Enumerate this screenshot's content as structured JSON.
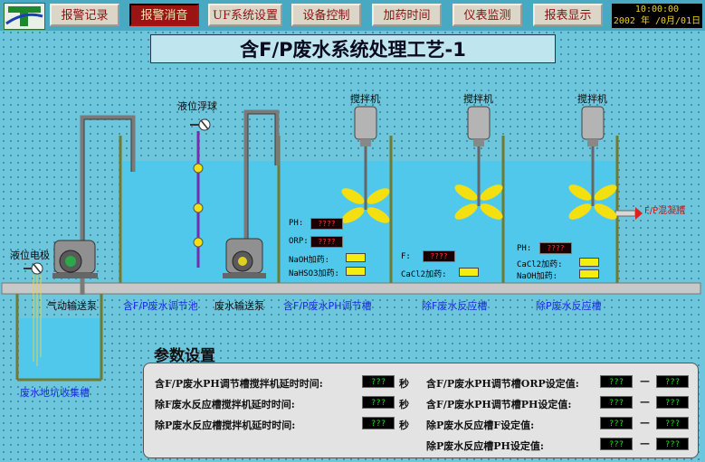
{
  "toolbar": {
    "buttons": [
      "报警记录",
      "报警消音",
      "UF系统设置",
      "设备控制",
      "加药时间",
      "仪表监测",
      "报表显示"
    ],
    "active_index": 1,
    "clock_time": "10:00:00",
    "clock_date": "2002 年 /0月/01日"
  },
  "title": "含F/P废水系统处理工艺-1",
  "labels": {
    "level_float": "液位浮球",
    "mixer": "搅拌机",
    "level_electrode": "液位电极",
    "to_tank": "F/P混凝槽"
  },
  "bottom_labels": {
    "pneumatic_pump": "气动输送泵",
    "adjust_pool": "含F/P废水调节池",
    "transfer_pump": "废水输送泵",
    "ph_tank": "含F/P废水PH调节槽",
    "f_tank": "除F废水反应槽",
    "p_tank": "除P废水反应槽",
    "pit": "废水地坑收集槽"
  },
  "tank1": {
    "ph": "PH:",
    "orp": "ORP:",
    "naoh": "NaOH加药:",
    "nahso3": "NaHSO3加药:",
    "ph_val": "????",
    "orp_val": "????"
  },
  "tank2": {
    "f": "F:",
    "cacl2": "CaCl2加药:",
    "f_val": "????"
  },
  "tank3": {
    "ph": "PH:",
    "cacl2": "CaCl2加药:",
    "naoh": "NaOH加药:",
    "ph_val": "????"
  },
  "params": {
    "heading": "参数设置",
    "left": [
      {
        "label": "含F/P废水PH调节槽搅拌机延时时间:",
        "value": "???",
        "unit": "秒"
      },
      {
        "label": "除F废水反应槽搅拌机延时时间:",
        "value": "???",
        "unit": "秒"
      },
      {
        "label": "除P废水反应槽搅拌机延时时间:",
        "value": "???",
        "unit": "秒"
      }
    ],
    "right": [
      {
        "label": "含F/P废水PH调节槽ORP设定值:",
        "low": "???",
        "high": "???"
      },
      {
        "label": "含F/P废水PH调节槽PH设定值:",
        "low": "???",
        "high": "???"
      },
      {
        "label": "除P废水反应槽F设定值:",
        "low": "???",
        "high": "???"
      },
      {
        "label": "除P废水反应槽PH设定值:",
        "low": "???",
        "high": "???"
      }
    ],
    "dash": "—"
  },
  "colors": {
    "water": "#4fc8ec",
    "active_button": "#9a1414",
    "toolbar": "#4aa9c2"
  }
}
